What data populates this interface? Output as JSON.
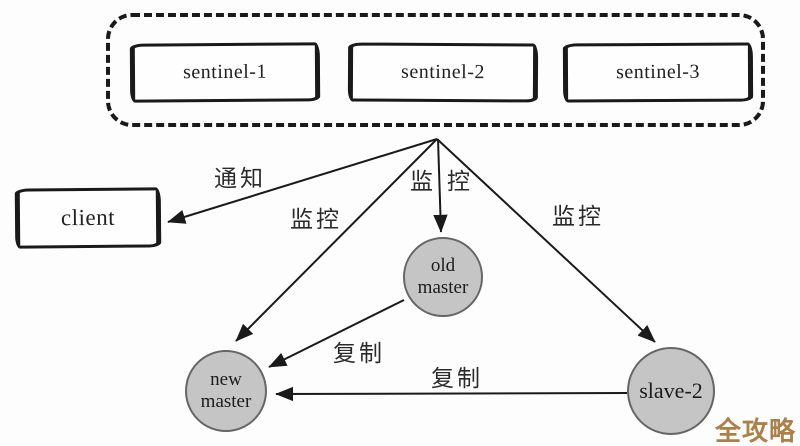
{
  "colors": {
    "ink": "#1a1a1a",
    "node_fill": "#c5c5c5",
    "node_border": "#666666",
    "watermark": "#ae8049"
  },
  "sentinels": [
    {
      "label": "sentinel-1"
    },
    {
      "label": "sentinel-2"
    },
    {
      "label": "sentinel-3"
    }
  ],
  "client": {
    "label": "client"
  },
  "nodes": {
    "old_master": {
      "line1": "old",
      "line2": "master"
    },
    "new_master": {
      "line1": "new",
      "line2": "master"
    },
    "slave2": {
      "label": "slave-2"
    }
  },
  "edge_labels": {
    "notify": "通知",
    "monitor_new_master": "监控",
    "monitor_old_master": "监控",
    "monitor_slave2": "监控",
    "replicate_old_to_new": "复制",
    "replicate_slave_to_new": "复制"
  },
  "watermark": "全攻略"
}
